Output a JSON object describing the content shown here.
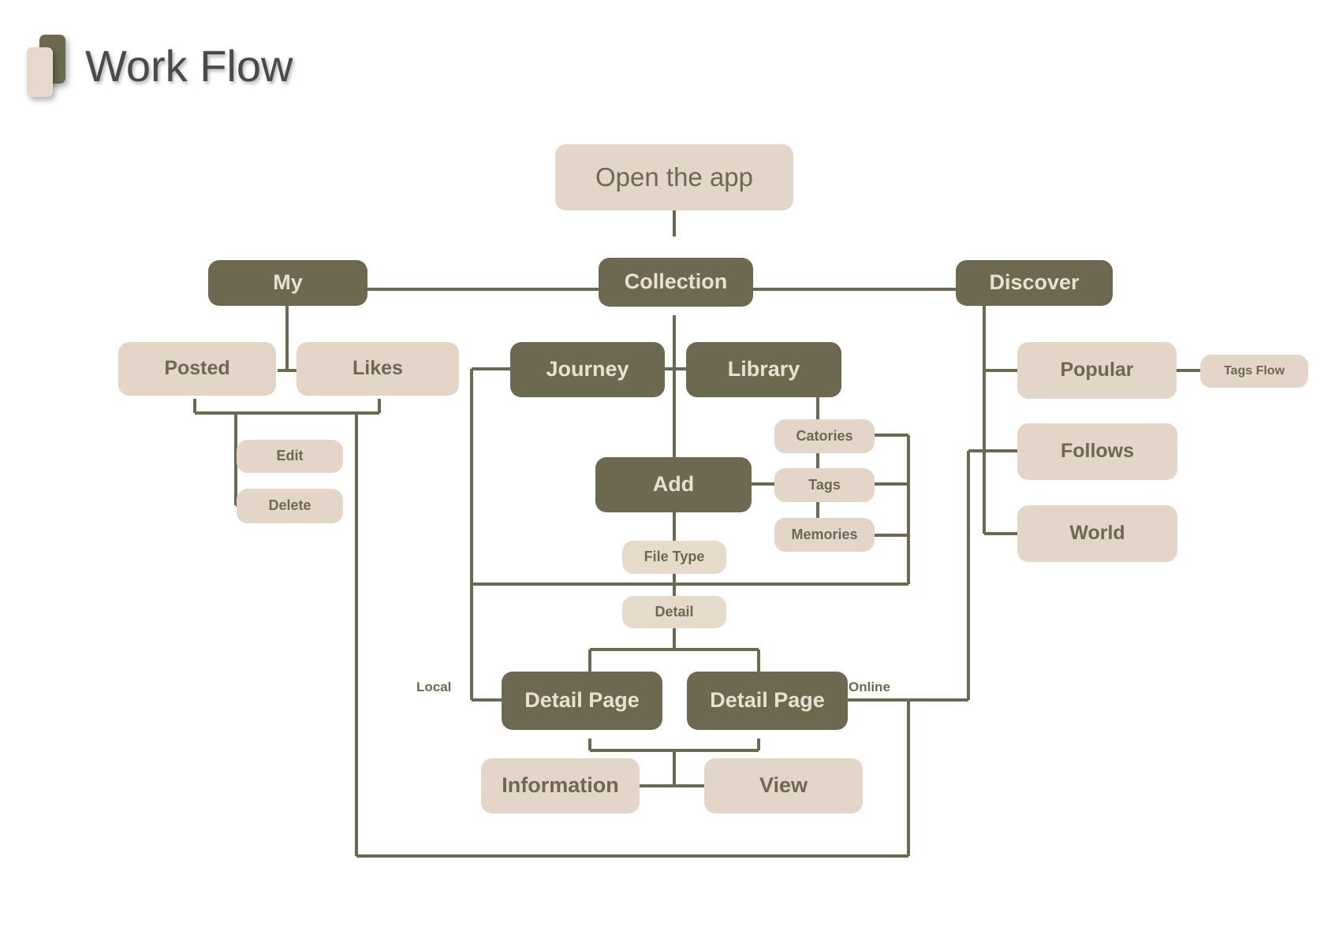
{
  "header": {
    "title": "Work Flow",
    "logo_back_color": "#6d6951",
    "logo_front_color": "#e6d8ca"
  },
  "theme": {
    "dark": "#6d6951",
    "light": "#e3d5c7",
    "line": "#6d6951",
    "dark_text": "#eadfd1",
    "light_text": "#6d6951",
    "background": "#ffffff"
  },
  "diagram": {
    "type": "flowchart",
    "nodes": {
      "open_app": "Open the app",
      "my": "My",
      "collection": "Collection",
      "discover": "Discover",
      "posted": "Posted",
      "likes": "Likes",
      "journey": "Journey",
      "library": "Library",
      "popular": "Popular",
      "tags_flow": "Tags Flow",
      "edit": "Edit",
      "delete": "Delete",
      "add": "Add",
      "catories": "Catories",
      "tags": "Tags",
      "memories": "Memories",
      "follows": "Follows",
      "world": "World",
      "file_type": "File Type",
      "detail": "Detail",
      "detail_page_local": "Detail Page",
      "detail_page_online": "Detail Page",
      "information": "Information",
      "view": "View"
    },
    "edge_labels": {
      "local": "Local",
      "online": "Online"
    }
  }
}
